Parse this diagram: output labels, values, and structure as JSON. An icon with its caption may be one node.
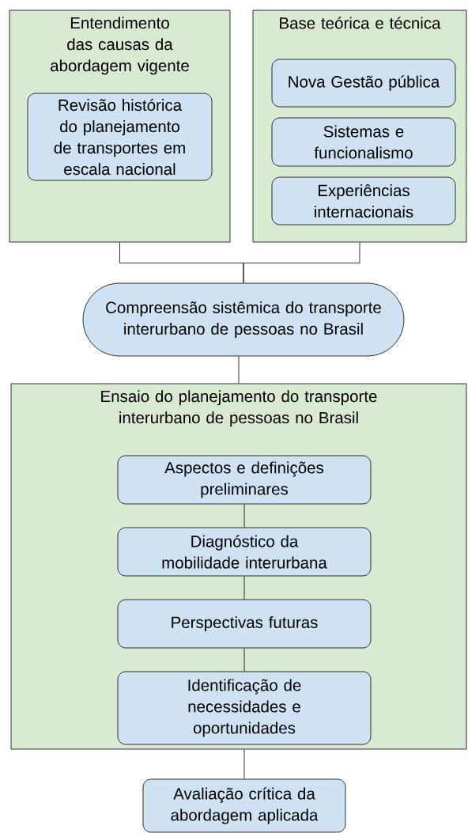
{
  "diagram": {
    "nodes": [
      {
        "text": [
          "Entendimento das causas da abordagem vigente"
        ]
      },
      {
        "text": [
          "Revisão histórica do planejamento de transportes em escala nacional"
        ],
        "in": 0
      },
      {
        "text": [
          "Base teórica e técnica"
        ]
      },
      {
        "text": [
          "Nova Gestão pública"
        ],
        "in": 2
      },
      {
        "text": [
          "Sistemas e funcionalismo"
        ],
        "in": 2
      },
      {
        "text": [
          "Experiências internacionais"
        ],
        "in": 2
      },
      {
        "text": [
          "Compreensão sistêmica do transporte interurbano de pessoas no Brasil"
        ]
      },
      {
        "text": [
          "Ensaio do planejamento do transporte interurbano de pessoas no Brasil"
        ]
      },
      {
        "text": [
          "Aspectos e definições preliminares"
        ],
        "in": 7
      },
      {
        "text": [
          "Diagnóstico da mobilidade interurbana"
        ],
        "in": 7
      },
      {
        "text": [
          "Perspectivas futuras"
        ],
        "in": 7
      },
      {
        "text": [
          "Identificação de necessidades e oportunidades"
        ],
        "in": 7
      },
      {
        "text": [
          "Avaliação crítica da abordagem aplicada"
        ]
      }
    ],
    "edges": [
      {
        "from": 0,
        "to": 6,
        "arrow": "none"
      },
      {
        "from": 2,
        "to": 6,
        "arrow": "none"
      },
      {
        "from": 6,
        "to": 7,
        "arrow": "none"
      },
      {
        "from": 8,
        "to": 9,
        "arrow": "none"
      },
      {
        "from": 9,
        "to": 10,
        "arrow": "none"
      },
      {
        "from": 10,
        "to": 11,
        "arrow": "none"
      },
      {
        "from": 7,
        "to": 12,
        "arrow": "none"
      }
    ]
  }
}
